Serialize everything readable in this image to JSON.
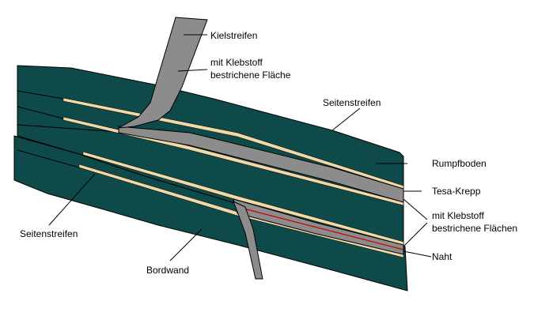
{
  "colors": {
    "hull": "#0f4a4a",
    "hull_edge": "#000000",
    "tape": "#8c8c8c",
    "glue_strip": "#f0d8a8",
    "seam": "#cc0000",
    "background": "#ffffff"
  },
  "labels": {
    "kielstreifen": "Kielstreifen",
    "klebstoff_flaeche_line1": "mit Klebstoff",
    "klebstoff_flaeche_line2": "bestrichene Fläche",
    "seitenstreifen_top": "Seitenstreifen",
    "rumpfboden": "Rumpfboden",
    "tesa_krepp": "Tesa-Krepp",
    "klebstoff_flaechen_line1": "mit Klebstoff",
    "klebstoff_flaechen_line2": "bestrichene Flächen",
    "naht": "Naht",
    "seitenstreifen_left": "Seitenstreifen",
    "bordwand": "Bordwand"
  }
}
